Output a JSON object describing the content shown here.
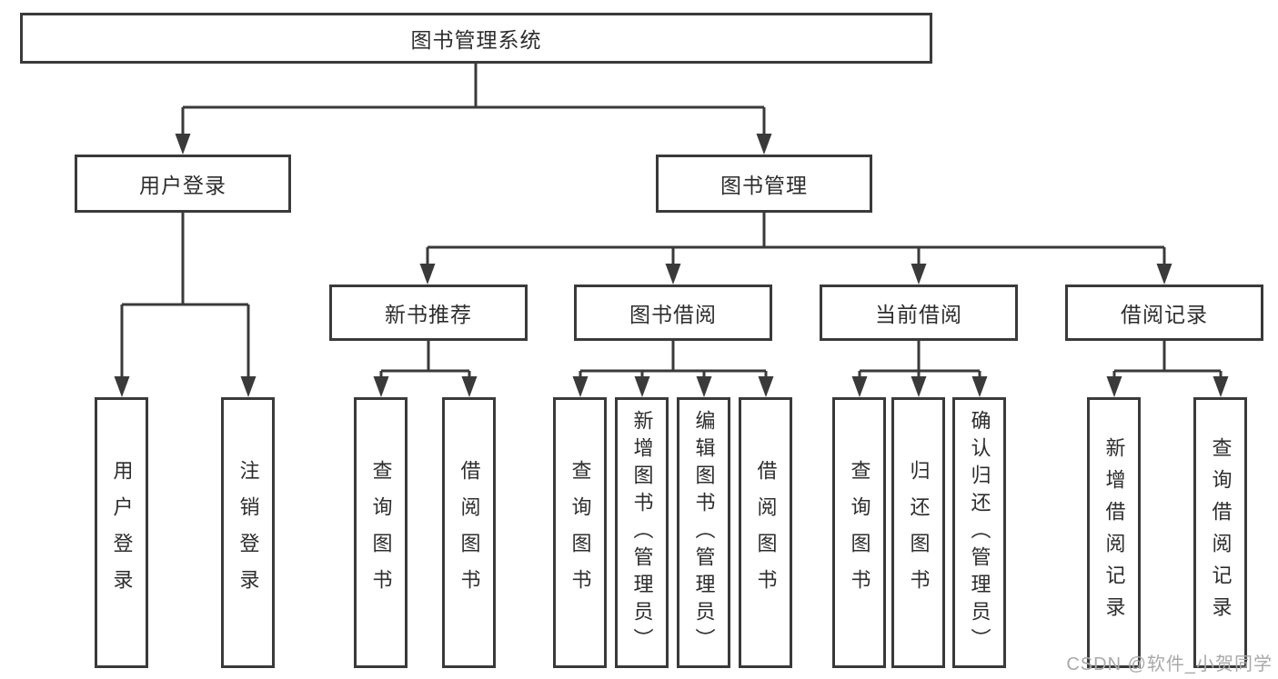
{
  "diagram": {
    "colors": {
      "line": "#3a3a3a",
      "text": "#2d2d2d",
      "background": "#ffffff",
      "watermark": "#a9a9a9"
    },
    "watermark": {
      "text": "CSDN @软件_小贺同学"
    },
    "nodes": {
      "root": {
        "label": "图书管理系统"
      },
      "user_login": {
        "label": "用户登录"
      },
      "book_mgmt": {
        "label": "图书管理"
      },
      "new_rec": {
        "label": "新书推荐"
      },
      "borrow": {
        "label": "图书借阅"
      },
      "current": {
        "label": "当前借阅"
      },
      "records": {
        "label": "借阅记录"
      },
      "leaf_user_login": {
        "label": "用户登录"
      },
      "leaf_logout": {
        "label": "注销登录"
      },
      "leaf_rec_query": {
        "label": "查询图书"
      },
      "leaf_rec_borrow": {
        "label": "借阅图书"
      },
      "leaf_bor_query": {
        "label": "查询图书"
      },
      "leaf_bor_add": {
        "label": "新增图书（管理员）"
      },
      "leaf_bor_edit": {
        "label": "编辑图书（管理员）"
      },
      "leaf_bor_borrow": {
        "label": "借阅图书"
      },
      "leaf_cur_query": {
        "label": "查询图书"
      },
      "leaf_cur_return": {
        "label": "归还图书"
      },
      "leaf_cur_confirm": {
        "label": "确认归还（管理员）"
      },
      "leaf_recd_add": {
        "label": "新增借阅记录"
      },
      "leaf_recd_query": {
        "label": "查询借阅记录"
      }
    },
    "edges": [
      {
        "from": "root",
        "to": [
          "user_login",
          "book_mgmt"
        ]
      },
      {
        "from": "user_login",
        "to": [
          "leaf_user_login",
          "leaf_logout"
        ]
      },
      {
        "from": "book_mgmt",
        "to": [
          "new_rec",
          "borrow",
          "current",
          "records"
        ]
      },
      {
        "from": "new_rec",
        "to": [
          "leaf_rec_query",
          "leaf_rec_borrow"
        ]
      },
      {
        "from": "borrow",
        "to": [
          "leaf_bor_query",
          "leaf_bor_add",
          "leaf_bor_edit",
          "leaf_bor_borrow"
        ]
      },
      {
        "from": "current",
        "to": [
          "leaf_cur_query",
          "leaf_cur_return",
          "leaf_cur_confirm"
        ]
      },
      {
        "from": "records",
        "to": [
          "leaf_recd_add",
          "leaf_recd_query"
        ]
      }
    ]
  }
}
